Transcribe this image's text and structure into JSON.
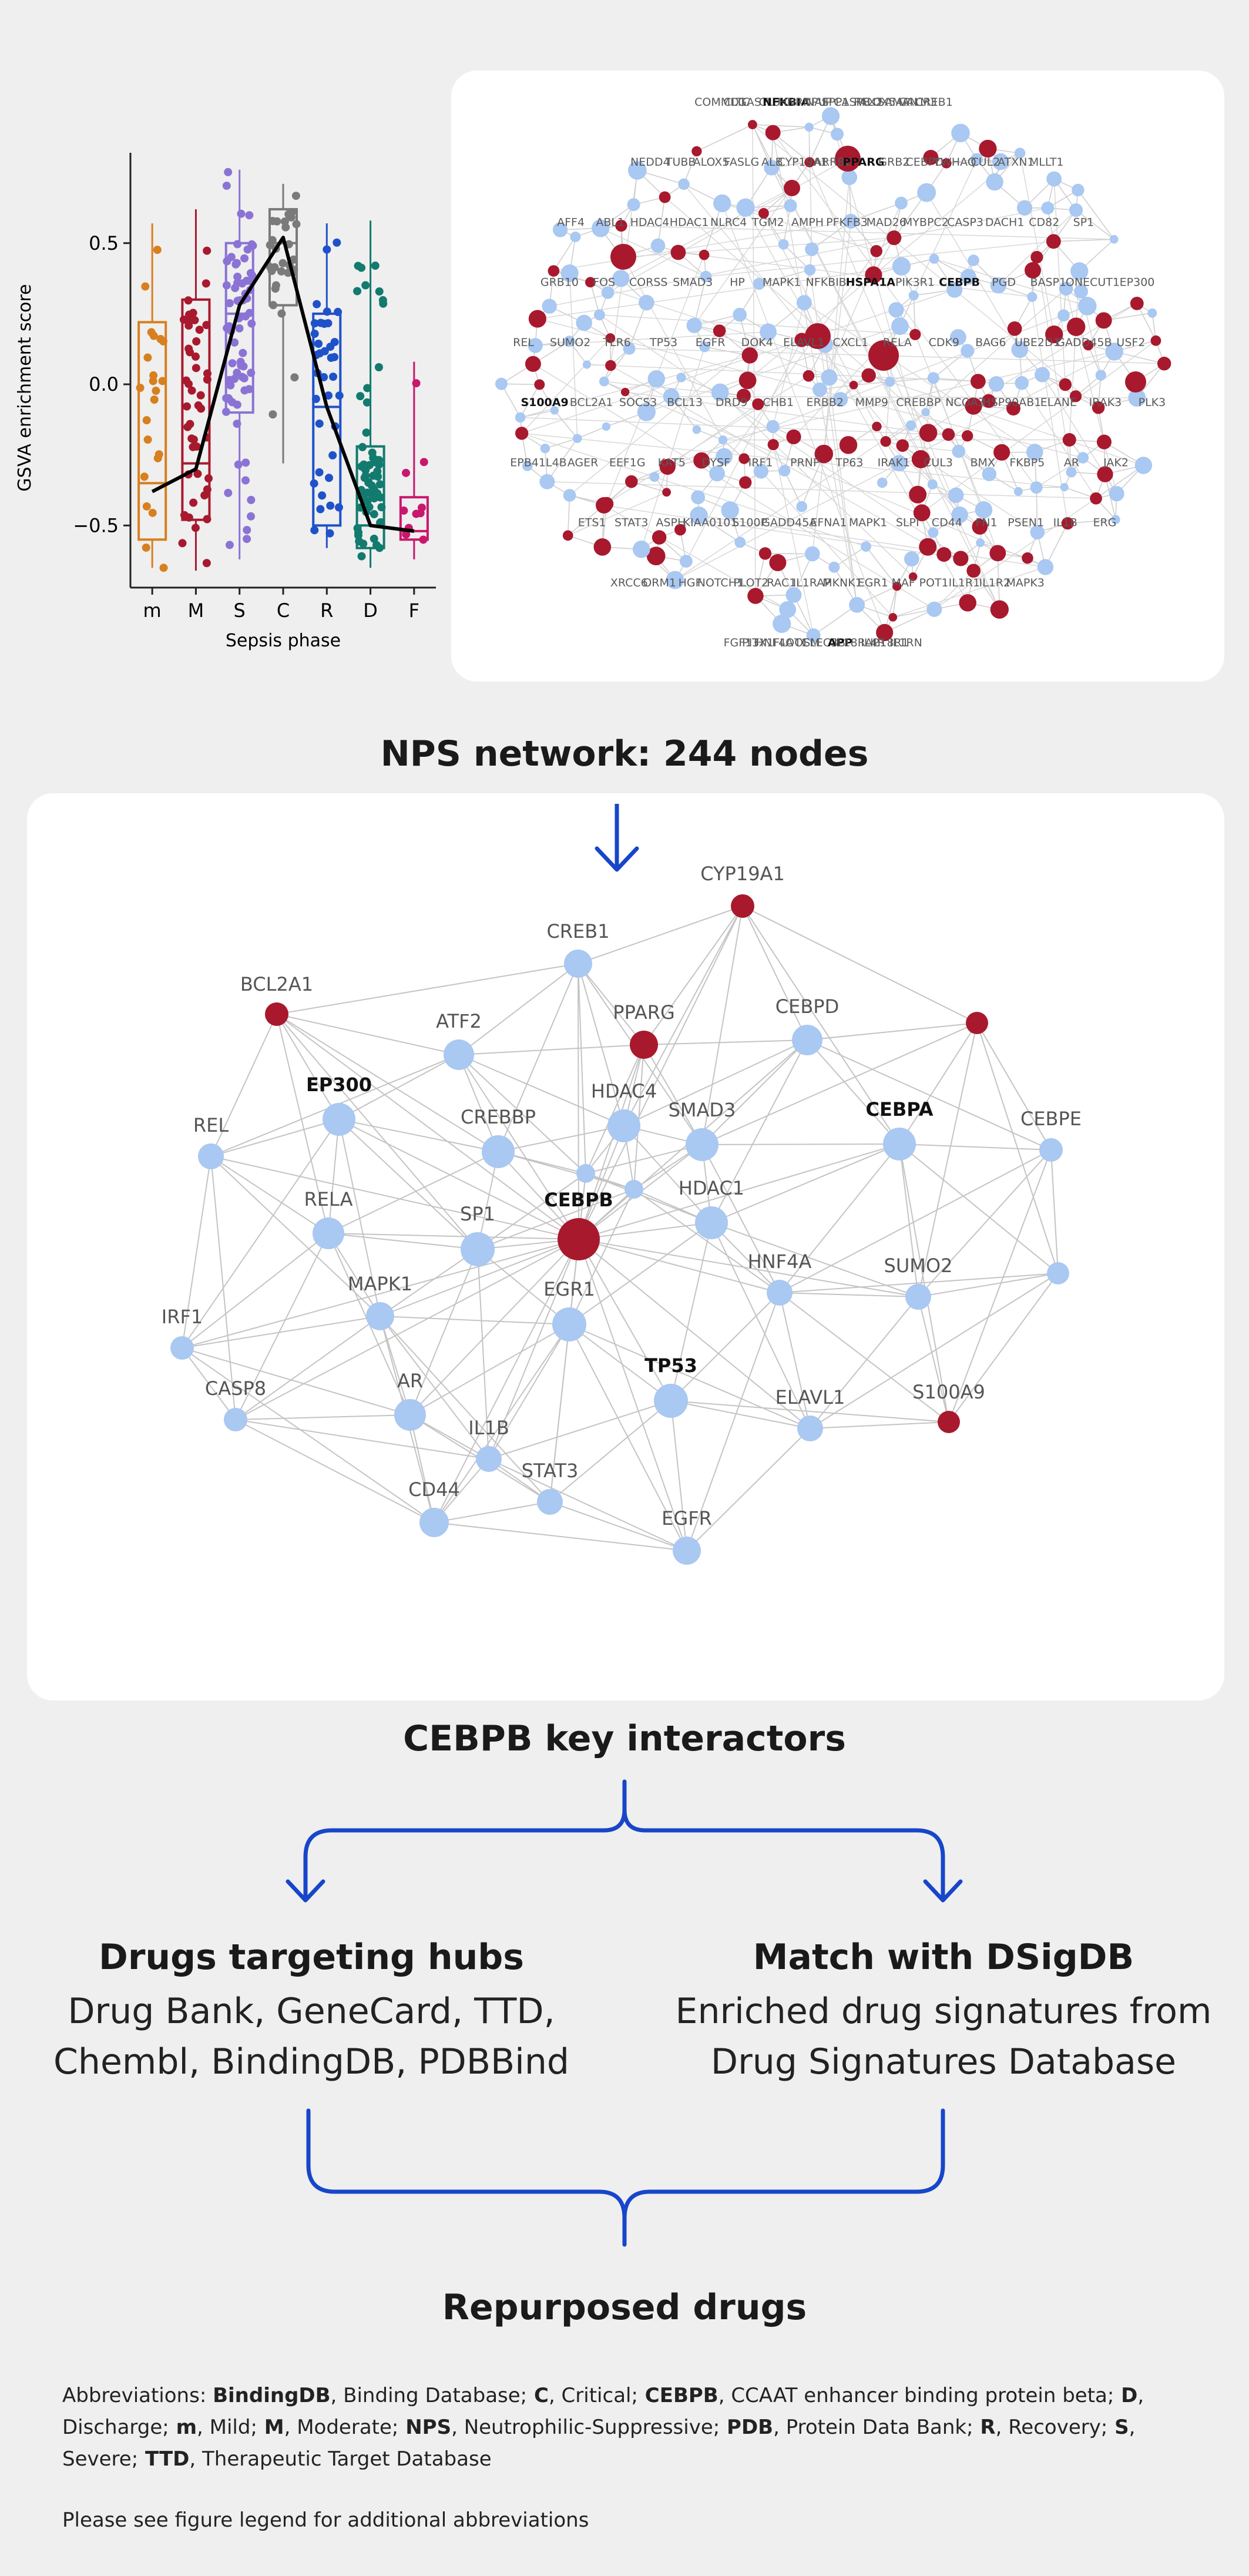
{
  "boxplot": {
    "ylabel": "GSVA enrichment score",
    "xlabel": "Sepsis phase",
    "yticks": [
      "0.5",
      "0.0",
      "−0.5"
    ],
    "phases": [
      {
        "label": "m",
        "color": "#d87f1f",
        "q1": -0.55,
        "median": -0.35,
        "q3": 0.22,
        "wlo": -0.65,
        "whi": 0.57
      },
      {
        "label": "M",
        "color": "#a8192e",
        "q1": -0.48,
        "median": -0.28,
        "q3": 0.3,
        "wlo": -0.66,
        "whi": 0.62
      },
      {
        "label": "S",
        "color": "#8a73d4",
        "q1": -0.1,
        "median": 0.25,
        "q3": 0.5,
        "wlo": -0.62,
        "whi": 0.76
      },
      {
        "label": "C",
        "color": "#7a7a7a",
        "q1": 0.28,
        "median": 0.5,
        "q3": 0.62,
        "wlo": -0.28,
        "whi": 0.71
      },
      {
        "label": "R",
        "color": "#1f52c9",
        "q1": -0.5,
        "median": -0.08,
        "q3": 0.25,
        "wlo": -0.58,
        "whi": 0.57
      },
      {
        "label": "D",
        "color": "#127a6e",
        "q1": -0.58,
        "median": -0.5,
        "q3": -0.22,
        "wlo": -0.65,
        "whi": 0.58
      },
      {
        "label": "F",
        "color": "#c8186d",
        "q1": -0.55,
        "median": -0.52,
        "q3": -0.4,
        "wlo": -0.62,
        "whi": 0.08
      }
    ],
    "trend": [
      -0.38,
      -0.3,
      0.28,
      0.52,
      -0.08,
      -0.5,
      -0.52
    ]
  },
  "network_labels": [
    "COMMD1",
    "CLTC",
    "GAS7",
    "CLU",
    "NFKBIA",
    "HNRNPU",
    "NAIP",
    "SPP1",
    "CASP8",
    "RFX2",
    "ALOX5AP",
    "SAMAN1",
    "CALM3",
    "CREB1",
    "NEDD4",
    "TUBB",
    "ALOX5",
    "FASLG",
    "ALB",
    "CYP19A1",
    "ARRB2",
    "PPARG",
    "GRB2",
    "CEBPD",
    "YWHAQ",
    "CUL2",
    "ATXN1",
    "MLLT1",
    "AFF4",
    "ABL1",
    "HDAC4",
    "HDAC1",
    "NLRC4",
    "TGM2",
    "AMPH",
    "PFKFB3",
    "MAD26",
    "MYBPC2",
    "CASP3",
    "DACH1",
    "CD82",
    "SP1",
    "GRB10",
    "FOS",
    "CORSS",
    "SMAD3",
    "HP",
    "MAPK1",
    "NFKBIB",
    "HSPA1A",
    "PIK3R1",
    "CEBPB",
    "PGD",
    "BASP1",
    "ONECUT1",
    "EP300",
    "REL",
    "SUMO2",
    "TLR6",
    "TP53",
    "EGFR",
    "DOK4",
    "ELAVL1",
    "CXCL1",
    "RELA",
    "CDK9",
    "BAG6",
    "UBE2D1",
    "GADD45B",
    "USF2",
    "S100A9",
    "BCL2A1",
    "SOCS3",
    "BCL13",
    "DRD9",
    "CHB1",
    "ERBB2",
    "MMP9",
    "CREBBP",
    "NCOA3",
    "HSP90AB1",
    "ELANE",
    "IRAK3",
    "PLK3",
    "EPB41L4B",
    "AGER",
    "EEF1G",
    "KAT5",
    "DYSF",
    "IRF1",
    "PRNP",
    "TP63",
    "IRAK1",
    "CUL3",
    "BMX",
    "FKBP5",
    "AR",
    "JAK2",
    "ETS1",
    "STAT3",
    "ASPH",
    "KIAA0101",
    "S100P",
    "GADD45A",
    "EFNA1",
    "MAPK1",
    "SLPI",
    "CD44",
    "FN1",
    "PSEN1",
    "IL1B",
    "ERG",
    "XRCC6",
    "ORM1",
    "HGF",
    "NOTCH1",
    "PLOT2",
    "RAC1",
    "IL1RAP",
    "MKNK1",
    "EGR1",
    "MAF",
    "POT1",
    "IL1R1",
    "IL1R2",
    "MAPK3",
    "FGF13",
    "PITX1",
    "HNF4A",
    "FLOT1",
    "OSM",
    "CLEC3B",
    "APP",
    "IL18RAP",
    "IL4R",
    "IL18R1",
    "IL1RN"
  ],
  "titles": {
    "nps": "NPS network: 244 nodes",
    "cebpb": "CEBPB key interactors",
    "repurposed": "Repurposed drugs"
  },
  "cebpb_network": {
    "nodes": [
      {
        "id": "CYP19A1",
        "label": "CYP19A1",
        "type": "red",
        "bold": false
      },
      {
        "id": "CREB1",
        "label": "CREB1",
        "type": "blue",
        "bold": false
      },
      {
        "id": "BCL2A1",
        "label": "BCL2A1",
        "type": "red",
        "bold": false
      },
      {
        "id": "PPARG",
        "label": "PPARG",
        "type": "red",
        "bold": false
      },
      {
        "id": "ATF2",
        "label": "ATF2",
        "type": "blue",
        "bold": false
      },
      {
        "id": "CEBPD",
        "label": "CEBPD",
        "type": "blue",
        "bold": false
      },
      {
        "id": "EP300",
        "label": "EP300",
        "type": "blue",
        "bold": true
      },
      {
        "id": "HDAC4",
        "label": "HDAC4",
        "type": "blue",
        "bold": false
      },
      {
        "id": "CEBPA",
        "label": "CEBPA",
        "type": "blue",
        "bold": true
      },
      {
        "id": "REL",
        "label": "REL",
        "type": "blue",
        "bold": false
      },
      {
        "id": "CREBBP",
        "label": "CREBBP",
        "type": "blue",
        "bold": false
      },
      {
        "id": "SMAD3",
        "label": "SMAD3",
        "type": "blue",
        "bold": false
      },
      {
        "id": "CEBPE",
        "label": "CEBPE",
        "type": "blue",
        "bold": false
      },
      {
        "id": "RELA",
        "label": "RELA",
        "type": "blue",
        "bold": false
      },
      {
        "id": "CEBPB",
        "label": "CEBPB",
        "type": "red",
        "bold": true
      },
      {
        "id": "HDAC1",
        "label": "HDAC1",
        "type": "blue",
        "bold": false
      },
      {
        "id": "SP1",
        "label": "SP1",
        "type": "blue",
        "bold": false
      },
      {
        "id": "HNF4A",
        "label": "HNF4A",
        "type": "blue",
        "bold": false
      },
      {
        "id": "SUMO2",
        "label": "SUMO2",
        "type": "blue",
        "bold": false
      },
      {
        "id": "MAPK1",
        "label": "MAPK1",
        "type": "blue",
        "bold": false
      },
      {
        "id": "EGR1",
        "label": "EGR1",
        "type": "blue",
        "bold": false
      },
      {
        "id": "IRF1",
        "label": "IRF1",
        "type": "blue",
        "bold": false
      },
      {
        "id": "TP53",
        "label": "TP53",
        "type": "blue",
        "bold": true
      },
      {
        "id": "S100A9",
        "label": "S100A9",
        "type": "red",
        "bold": false
      },
      {
        "id": "CASP8",
        "label": "CASP8",
        "type": "blue",
        "bold": false
      },
      {
        "id": "AR",
        "label": "AR",
        "type": "blue",
        "bold": false
      },
      {
        "id": "ELAVL1",
        "label": "ELAVL1",
        "type": "blue",
        "bold": false
      },
      {
        "id": "IL1B",
        "label": "IL1B",
        "type": "blue",
        "bold": false
      },
      {
        "id": "STAT3",
        "label": "STAT3",
        "type": "blue",
        "bold": false
      },
      {
        "id": "CD44",
        "label": "CD44",
        "type": "blue",
        "bold": false
      },
      {
        "id": "EGFR",
        "label": "EGFR",
        "type": "blue",
        "bold": false
      },
      {
        "id": "n_red1",
        "label": "",
        "type": "red",
        "bold": false
      },
      {
        "id": "n_b1",
        "label": "",
        "type": "blue",
        "bold": false
      },
      {
        "id": "n_b2",
        "label": "",
        "type": "blue",
        "bold": false
      },
      {
        "id": "n_b3",
        "label": "",
        "type": "blue",
        "bold": false
      }
    ]
  },
  "branches": {
    "left": {
      "title": "Drugs targeting hubs",
      "line1": "Drug Bank, GeneCard, TTD,",
      "line2": "Chembl, BindingDB, PDBBind"
    },
    "right": {
      "title": "Match with DSigDB",
      "line1": "Enriched drug signatures from",
      "line2": "Drug Signatures Database"
    }
  },
  "abbreviations": {
    "prefix": "Abbreviations:",
    "entries": [
      {
        "term": "BindingDB",
        "def": "Binding Database;"
      },
      {
        "term": "C",
        "def": "Critical;"
      },
      {
        "term": "CEBPB",
        "def": "CCAAT enhancer binding protein beta;"
      },
      {
        "term": "D",
        "def": "Discharge;"
      },
      {
        "term": "m",
        "def": "Mild;"
      },
      {
        "term": "M",
        "def": "Moderate;"
      },
      {
        "term": "NPS",
        "def": "Neutrophilic-Suppressive;"
      },
      {
        "term": "PDB",
        "def": "Protein Data Bank;"
      },
      {
        "term": "R",
        "def": "Recovery;"
      },
      {
        "term": "S",
        "def": "Severe;"
      },
      {
        "term": "TTD",
        "def": "Therapeutic Target Database"
      }
    ],
    "note": "Please see figure legend for additional abbreviations"
  },
  "colors": {
    "red_node": "#a8192e",
    "blue_node": "#a9c8f2",
    "arrow_blue": "#1746c9",
    "edge_gray": "#c4c4c4"
  }
}
